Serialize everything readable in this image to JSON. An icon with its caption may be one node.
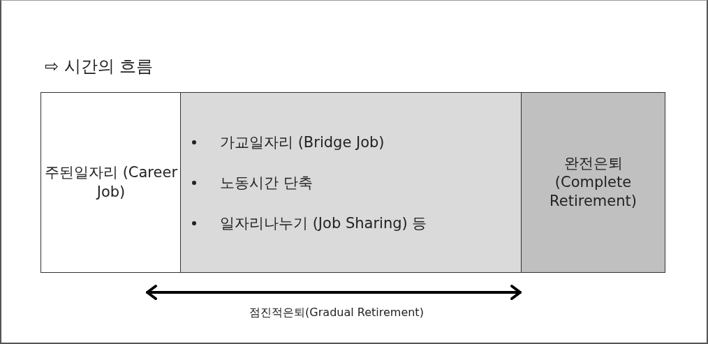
{
  "diagram": {
    "title": "⇨ 시간의 흐름",
    "nodes": [
      {
        "text": [
          "주된일자리 (Career Job)"
        ]
      },
      {
        "text": [
          "가교일자리 (Bridge Job)",
          "노동시간 단축",
          "일자리나누기 (Job Sharing) 등"
        ]
      },
      {
        "text": [
          "완전은퇴 (Complete Retirement)"
        ]
      }
    ],
    "labels": [
      "점진적은퇴(Gradual Retirement)"
    ]
  }
}
